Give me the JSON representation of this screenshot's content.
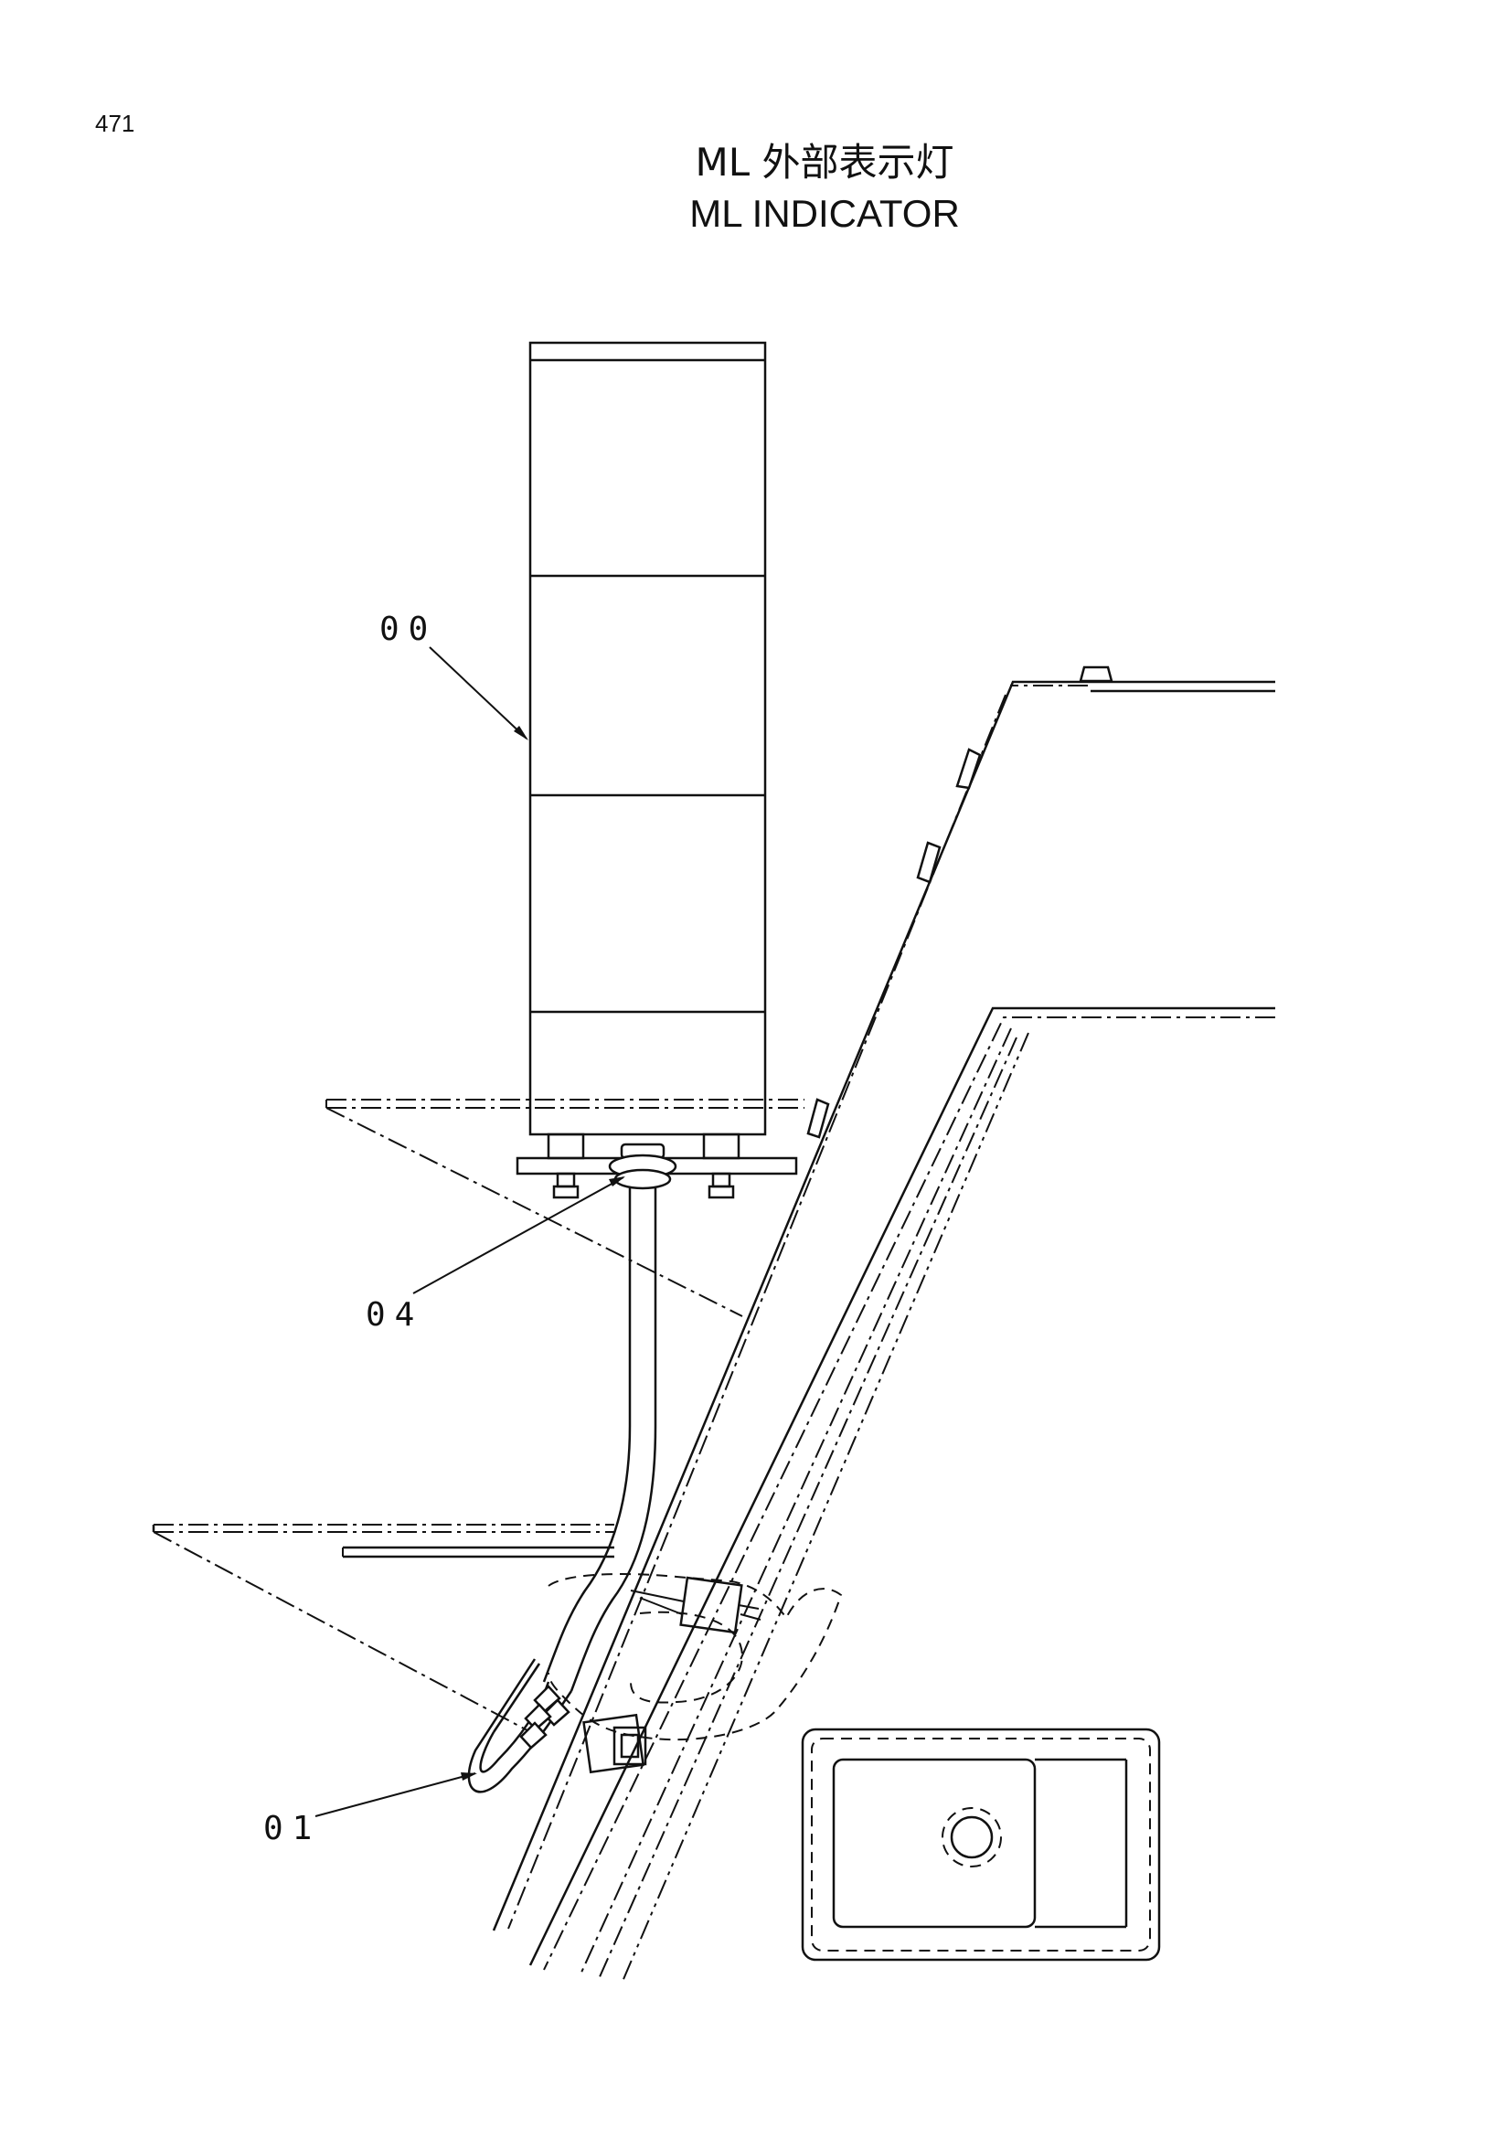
{
  "page_number": "471",
  "title": {
    "jp": "ML 外部表示灯",
    "en": "ML INDICATOR"
  },
  "callouts": {
    "c00": "00",
    "c04": "04",
    "c01": "01"
  }
}
